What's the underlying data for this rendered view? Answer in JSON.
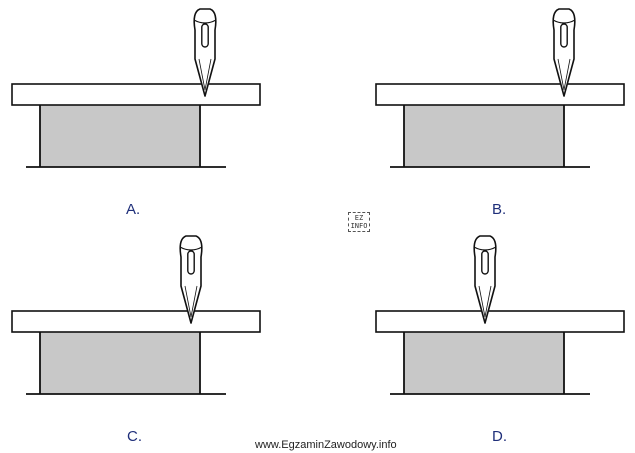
{
  "options": [
    {
      "id": "a",
      "label": "A."
    },
    {
      "id": "b",
      "label": "B."
    },
    {
      "id": "c",
      "label": "C."
    },
    {
      "id": "d",
      "label": "D."
    }
  ],
  "logo": {
    "line1": "EZ",
    "line2": "INFO"
  },
  "watermark": "www.EgzaminZawodowy.info",
  "colors": {
    "line": "#111111",
    "block_fill": "#c8c8c8",
    "plate_fill": "#ffffff",
    "label": "#1f2f7a"
  },
  "icons": [
    "scriber-icon"
  ]
}
